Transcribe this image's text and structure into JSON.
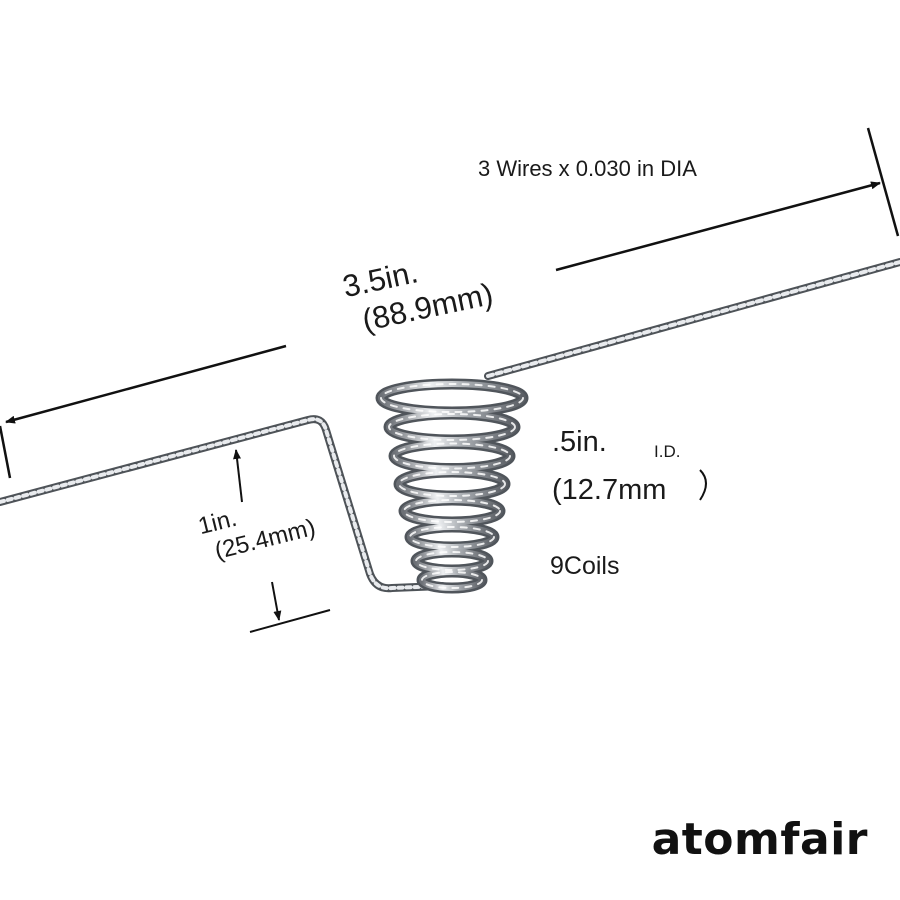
{
  "dimensions": {
    "wires": "3 Wires x 0.030 in DIA",
    "overall_length_in": "3.5in.",
    "overall_length_mm": "(88.9mm)",
    "inner_diameter_in": ".5in.",
    "inner_diameter_tag": "I.D.",
    "inner_diameter_mm": "(12.7mm",
    "coil_count": "9Coils",
    "leg_height_in": "1in.",
    "leg_height_mm": "(25.4mm)"
  },
  "brand": "atomfair",
  "colors": {
    "wire_dark": "#555a60",
    "wire_light": "#e4e6e9",
    "annotation": "#111111",
    "background": "#ffffff"
  }
}
